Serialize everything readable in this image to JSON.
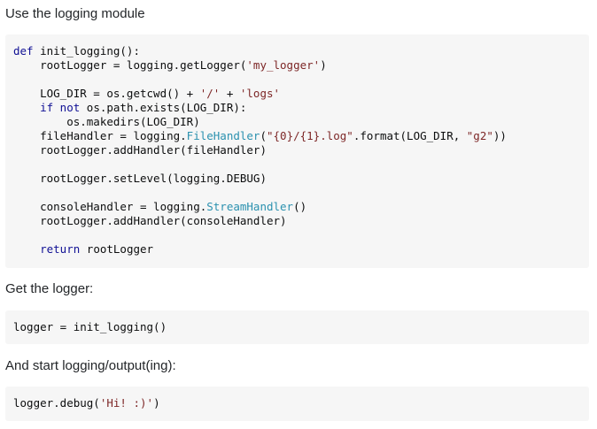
{
  "paragraphs": {
    "p1": "Use the logging module",
    "p2": "Get the logger:",
    "p3": "And start logging/output(ing):"
  },
  "colors": {
    "keyword": "#101094",
    "string": "#7d2727",
    "class": "#2b91af",
    "code_bg": "#f6f6f6"
  },
  "code1": {
    "l1": [
      "def",
      " init_logging():"
    ],
    "l2": [
      "    rootLogger = logging.getLogger(",
      "'my_logger'",
      ")"
    ],
    "l3": "",
    "l4": [
      "    LOG_DIR = os.getcwd() + ",
      "'/'",
      " + ",
      "'logs'"
    ],
    "l5": [
      "    ",
      "if not",
      " os.path.exists(LOG_DIR):"
    ],
    "l6": "        os.makedirs(LOG_DIR)",
    "l7": [
      "    fileHandler = logging.",
      "FileHandler",
      "(",
      "\"{0}/{1}.log\"",
      ".format(LOG_DIR, ",
      "\"g2\"",
      "))"
    ],
    "l8": "    rootLogger.addHandler(fileHandler)",
    "l9": "",
    "l10": "    rootLogger.setLevel(logging.DEBUG)",
    "l11": "",
    "l12": [
      "    consoleHandler = logging.",
      "StreamHandler",
      "()"
    ],
    "l13": "    rootLogger.addHandler(consoleHandler)",
    "l14": "",
    "l15": [
      "    ",
      "return",
      " rootLogger"
    ]
  },
  "code2": {
    "l1": "logger = init_logging()"
  },
  "code3": {
    "l1": [
      "logger.debug(",
      "'Hi! :)'",
      ")"
    ]
  }
}
